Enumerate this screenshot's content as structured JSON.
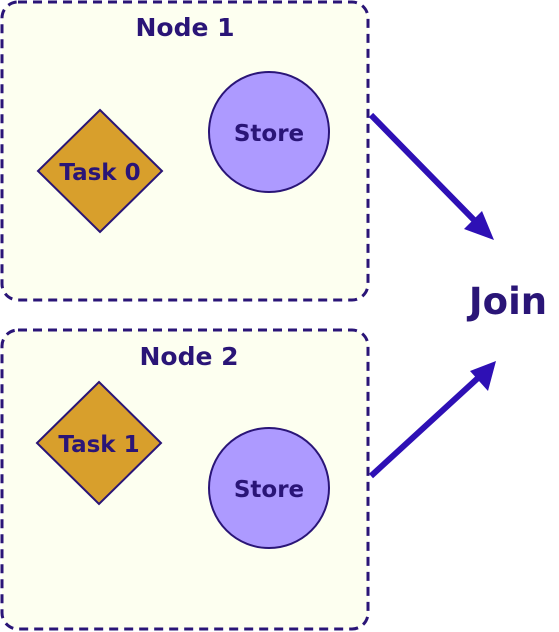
{
  "colors": {
    "container_fill": "#fdfff0",
    "container_stroke": "#2a1577",
    "text": "#2a1577",
    "task_fill": "#d89f2c",
    "task_stroke": "#2a1577",
    "store_fill": "#ad9aff",
    "store_stroke": "#2a1577",
    "arrow": "#2e10b5",
    "background": "#ffffff"
  },
  "nodes": [
    {
      "title": "Node 1",
      "task_label": "Task 0",
      "store_label": "Store"
    },
    {
      "title": "Node 2",
      "task_label": "Task 1",
      "store_label": "Store"
    }
  ],
  "join": {
    "label": "Join"
  },
  "edges": [
    {
      "from": "Node 1",
      "to": "Join"
    },
    {
      "from": "Node 2",
      "to": "Join"
    }
  ]
}
